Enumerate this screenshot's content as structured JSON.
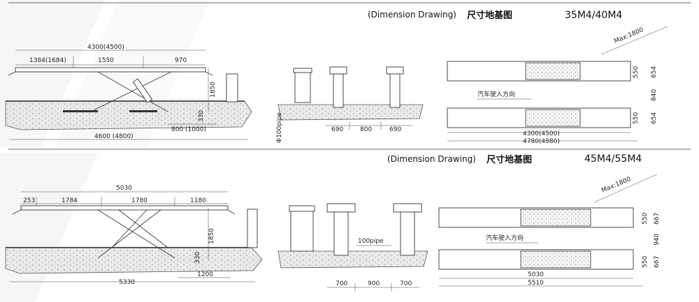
{
  "top": {
    "title_en": "(Dimension Drawing)",
    "title_cn": "尺寸地基图",
    "models": "35M4/40M4",
    "side": {
      "total_top": "4300(4500)",
      "seg1": "1384(1684)",
      "seg2": "1550",
      "seg3": "970",
      "height": "1850",
      "pit": "330",
      "offset": "800 (1000)",
      "base": "4600 (4800)"
    },
    "front": {
      "pipe": "Φ100pipe",
      "w1": "690",
      "w2": "800",
      "w3": "690"
    },
    "plan": {
      "max": "Max:1800",
      "direction": "汽车驶入方向",
      "r1": "550",
      "r2": "654",
      "gap": "840",
      "r3": "550",
      "r4": "654",
      "len1": "4300(4500)",
      "len2": "4780(4980)"
    }
  },
  "bottom": {
    "title_en": "(Dimension Drawing)",
    "title_cn": "尺寸地基图",
    "models": "45M4/55M4",
    "side": {
      "total_top": "5030",
      "seg0": "253",
      "seg1": "1784",
      "seg2": "1780",
      "seg3": "1180",
      "height": "1850",
      "pit": "330",
      "offset": "1200",
      "base": "5330"
    },
    "front": {
      "pipe": "100pipe",
      "w1": "700",
      "w2": "900",
      "w3": "700"
    },
    "plan": {
      "max": "Max:1800",
      "direction": "汽车驶入方向",
      "r1": "550",
      "r2": "667",
      "gap": "940",
      "r3": "550",
      "r4": "667",
      "len1": "5030",
      "len2": "5510"
    }
  }
}
